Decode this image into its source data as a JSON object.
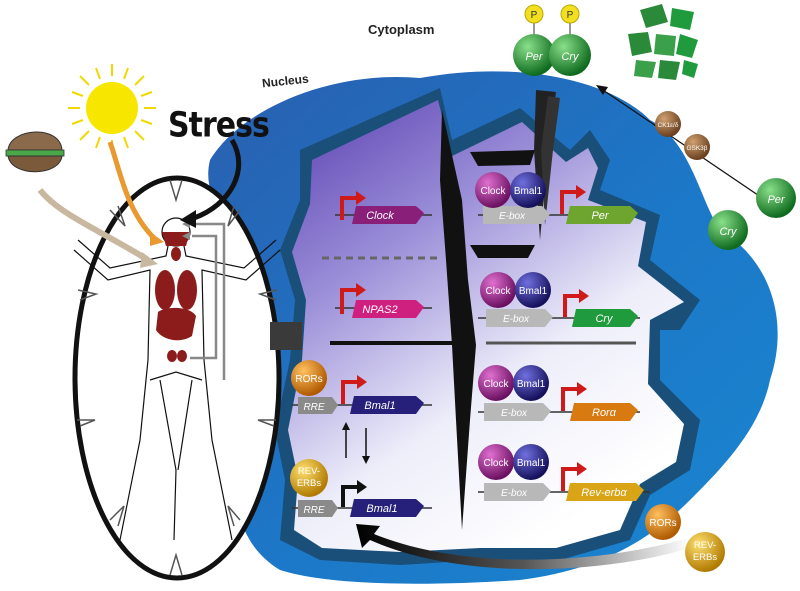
{
  "labels": {
    "cytoplasm": "Cytoplasm",
    "nucleus": "Nucleus",
    "stress": "Stress"
  },
  "genes": {
    "clock": "Clock",
    "npas2": "NPAS2",
    "bmal1_top": "Bmal1",
    "bmal1_bottom": "Bmal1",
    "per": "Per",
    "cry": "Cry",
    "rora": "Rorα",
    "reverba": "Rev-erbα"
  },
  "elements": {
    "ebox": "E-box",
    "rre": "RRE"
  },
  "proteins": {
    "clock": "Clock",
    "bmal1": "Bmal1",
    "rors": "RORs",
    "reverbs_1": "REV-",
    "reverbs_2": "ERBs",
    "per": "Per",
    "cry": "Cry",
    "p": "P",
    "ck1": "CK1ε/δ",
    "gsk3b": "GSK3β"
  },
  "colors": {
    "nucleus_blue": "#1f6fb8",
    "clock_purple": "#8a1f7a",
    "npas2_magenta": "#d0207f",
    "bmal1_navy": "#27207a",
    "per_green": "#6ea52f",
    "cry_green": "#1f9a3c",
    "ror_orange": "#d97a10",
    "reverb_gold": "#d9a516",
    "arrow_red": "#d01a1a",
    "organ_red": "#8c1c1c"
  }
}
